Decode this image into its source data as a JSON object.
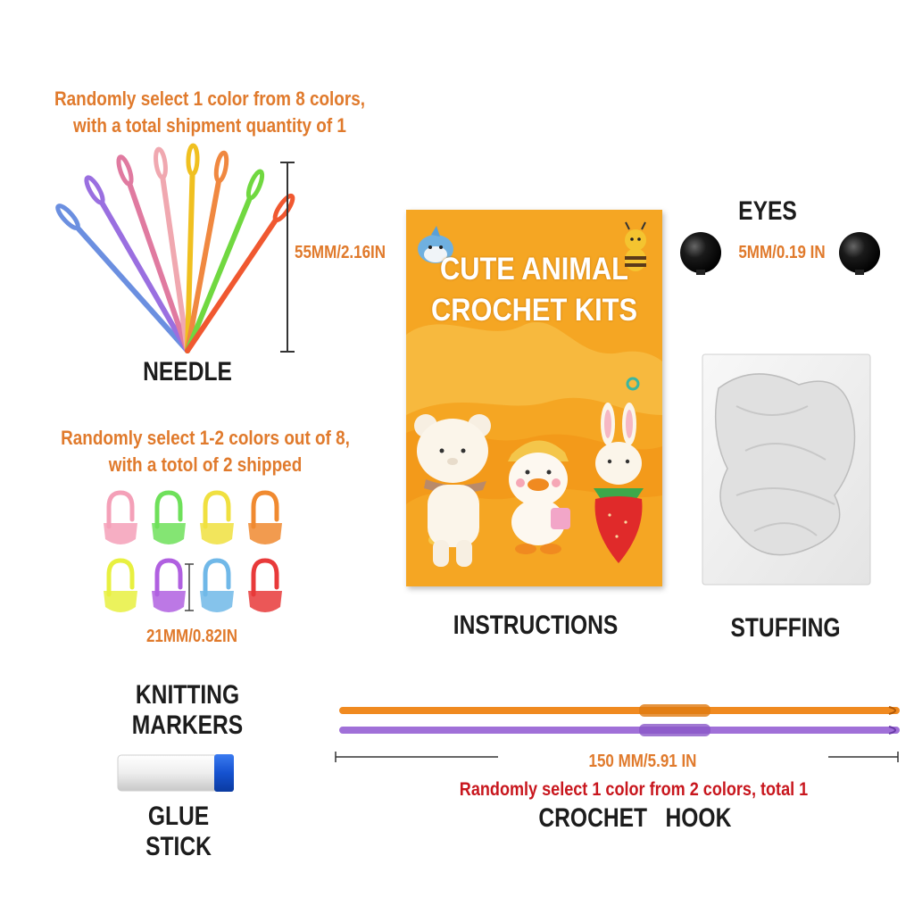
{
  "needle": {
    "note_line1": "Randomly select 1 color from 8 colors,",
    "note_line2": "with a total shipment quantity of 1",
    "size": "55MM/2.16IN",
    "label": "NEEDLE",
    "colors": [
      "#6b8fe0",
      "#9a6fe0",
      "#e07aa0",
      "#f0a8b0",
      "#f0c020",
      "#f08840",
      "#70d840",
      "#f05830"
    ]
  },
  "markers": {
    "note_line1": "Randomly select 1-2 colors out of 8,",
    "note_line2": "with a totol of 2 shipped",
    "size": "21MM/0.82IN",
    "label": "KNITTING MARKERS",
    "colors": [
      "#f4a0b8",
      "#6ee05a",
      "#f0e040",
      "#f08a30",
      "#e8f040",
      "#b060e0",
      "#70b8e8",
      "#e83a3a"
    ]
  },
  "glue": {
    "label": "GLUE STICK"
  },
  "instructions": {
    "title_line1": "CUTE ANIMAL",
    "title_line2": "CROCHET KITS",
    "label": "INSTRUCTIONS",
    "cover_color": "#f5a623"
  },
  "eyes": {
    "label": "EYES",
    "size": "5MM/0.19 IN"
  },
  "stuffing": {
    "label": "STUFFING"
  },
  "hook": {
    "size": "150 MM/5.91 IN",
    "note": "Randomly select 1 color from 2 colors, total 1",
    "label": "CROCHET   HOOK",
    "colors": [
      "#f08a20",
      "#a070d8"
    ]
  }
}
